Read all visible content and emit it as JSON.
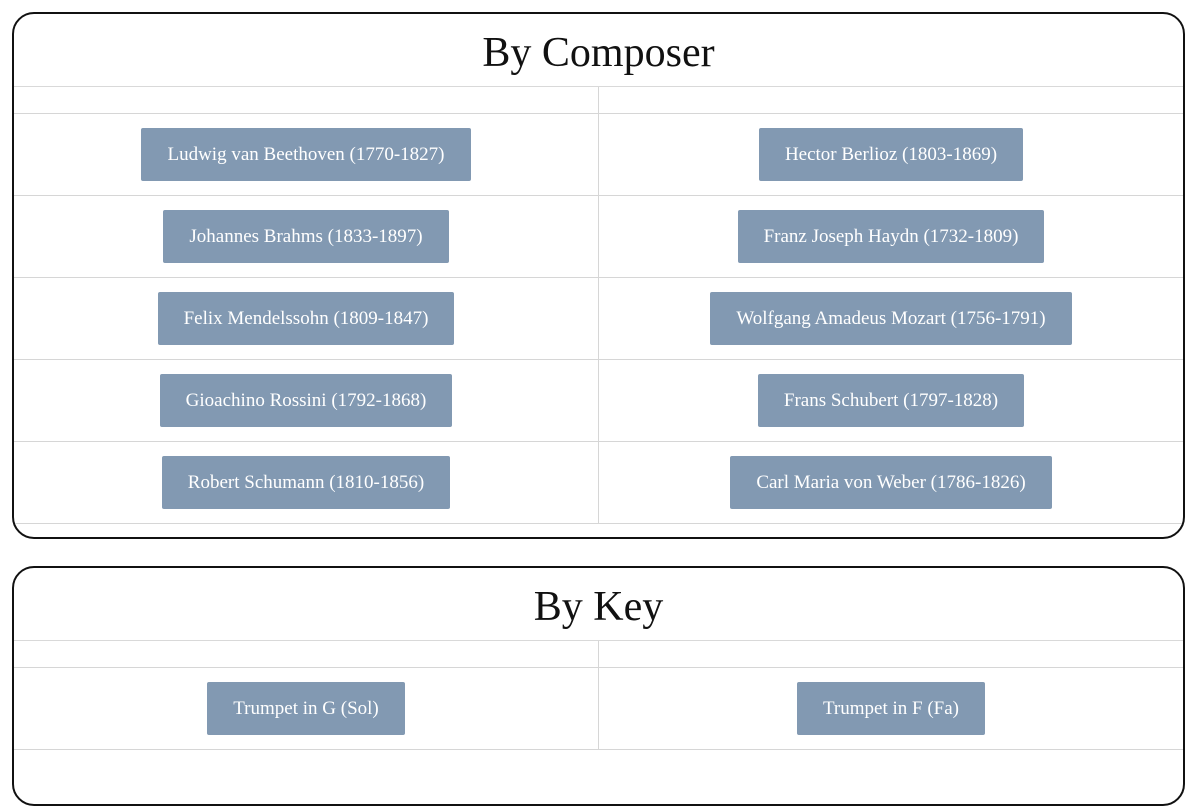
{
  "sections": {
    "composer": {
      "title": "By Composer",
      "items": [
        "Ludwig van Beethoven (1770-1827)",
        "Hector Berlioz (1803-1869)",
        "Johannes Brahms (1833-1897)",
        "Franz Joseph Haydn (1732-1809)",
        "Felix Mendelssohn (1809-1847)",
        "Wolfgang Amadeus Mozart (1756-1791)",
        "Gioachino Rossini (1792-1868)",
        "Frans Schubert (1797-1828)",
        "Robert Schumann (1810-1856)",
        "Carl Maria von Weber (1786-1826)"
      ]
    },
    "key": {
      "title": "By Key",
      "items": [
        "Trumpet in G (Sol)",
        "Trumpet in F (Fa)"
      ]
    }
  },
  "colors": {
    "button_bg": "#8299b2",
    "button_text": "#ffffff",
    "panel_border": "#111111",
    "grid_line": "#d6d6d6"
  }
}
